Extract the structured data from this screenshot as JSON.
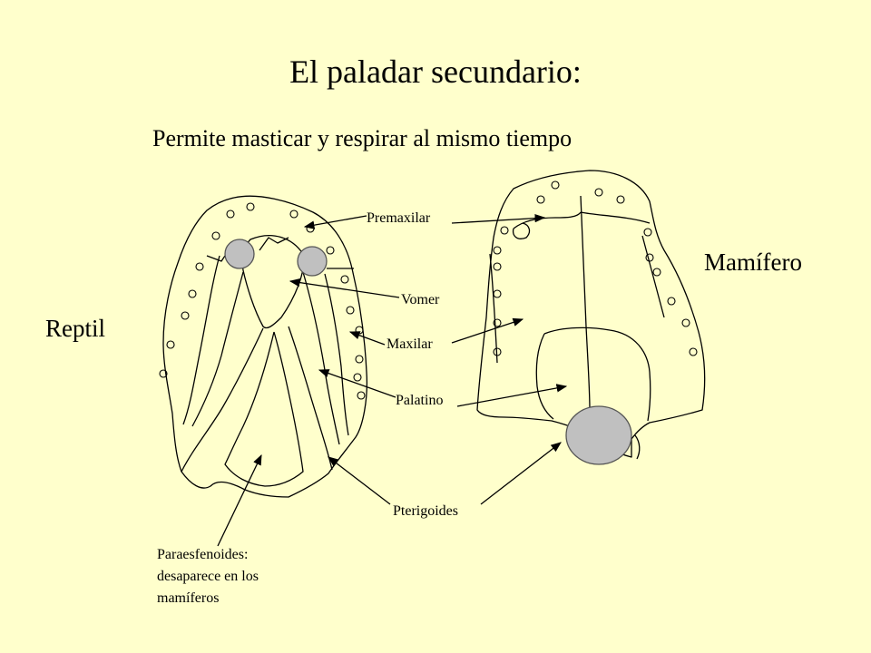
{
  "title": "El paladar secundario:",
  "subtitle": "Permite masticar y respirar al mismo tiempo",
  "specimens": {
    "reptile": "Reptil",
    "mammal": "Mamífero"
  },
  "bones": {
    "premaxilar": "Premaxilar",
    "vomer": "Vomer",
    "maxilar": "Maxilar",
    "palatino": "Palatino",
    "pterigoides": "Pterigoides",
    "paraesfenoides": [
      "Paraesfenoides:",
      "desaparece en los",
      "mamíferos"
    ]
  },
  "colors": {
    "background": "#ffffcc",
    "opening_fill": "#c0c0c0",
    "line": "#000000"
  }
}
